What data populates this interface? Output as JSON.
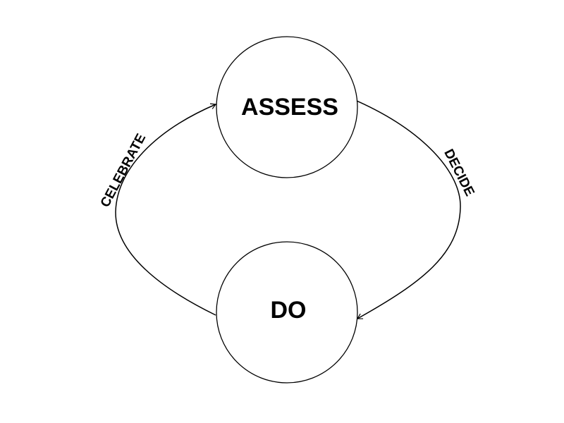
{
  "diagram": {
    "nodes": [
      {
        "id": "assess",
        "label": "ASSESS"
      },
      {
        "id": "do",
        "label": "DO"
      }
    ],
    "edges": [
      {
        "from": "assess",
        "to": "do",
        "label": "DECIDE"
      },
      {
        "from": "do",
        "to": "assess",
        "label": "CELEBRATE"
      }
    ],
    "colors": {
      "stroke": "#000000",
      "background": "#ffffff"
    }
  }
}
